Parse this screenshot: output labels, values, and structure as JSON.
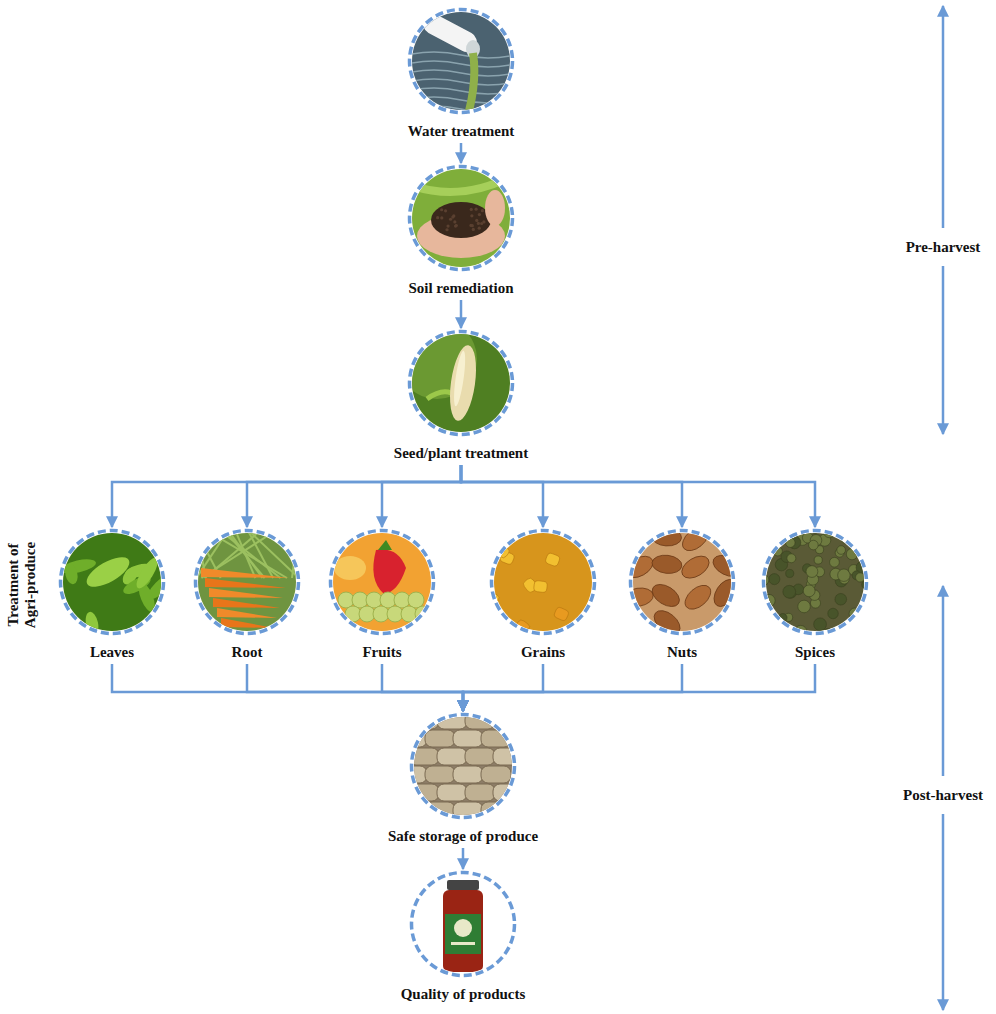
{
  "diagram": {
    "nodes": [
      {
        "text": [
          "Water treatment"
        ]
      },
      {
        "text": [
          "Soil remediation"
        ]
      },
      {
        "text": [
          "Seed/plant treatment"
        ]
      },
      {
        "text": [
          "Leaves"
        ]
      },
      {
        "text": [
          "Root"
        ]
      },
      {
        "text": [
          "Fruits"
        ]
      },
      {
        "text": [
          "Grains"
        ]
      },
      {
        "text": [
          "Nuts"
        ]
      },
      {
        "text": [
          "Spices"
        ]
      },
      {
        "text": [
          "Safe storage of produce"
        ]
      },
      {
        "text": [
          "Quality of products"
        ]
      }
    ],
    "edges": [
      {
        "from": 0,
        "to": 1,
        "arrow": "to"
      },
      {
        "from": 1,
        "to": 2,
        "arrow": "to"
      },
      {
        "from": 2,
        "to": 3,
        "arrow": "to"
      },
      {
        "from": 2,
        "to": 4,
        "arrow": "to"
      },
      {
        "from": 2,
        "to": 5,
        "arrow": "to"
      },
      {
        "from": 2,
        "to": 6,
        "arrow": "to"
      },
      {
        "from": 2,
        "to": 7,
        "arrow": "to"
      },
      {
        "from": 2,
        "to": 8,
        "arrow": "to"
      },
      {
        "from": 3,
        "to": 9,
        "arrow": "to"
      },
      {
        "from": 4,
        "to": 9,
        "arrow": "to"
      },
      {
        "from": 5,
        "to": 9,
        "arrow": "to"
      },
      {
        "from": 6,
        "to": 9,
        "arrow": "to"
      },
      {
        "from": 7,
        "to": 9,
        "arrow": "to"
      },
      {
        "from": 8,
        "to": 9,
        "arrow": "to"
      },
      {
        "from": 9,
        "to": 10,
        "arrow": "to"
      }
    ],
    "labels": [
      "Treatment of Agri-produce",
      "Pre-harvest",
      "Post-harvest"
    ]
  }
}
